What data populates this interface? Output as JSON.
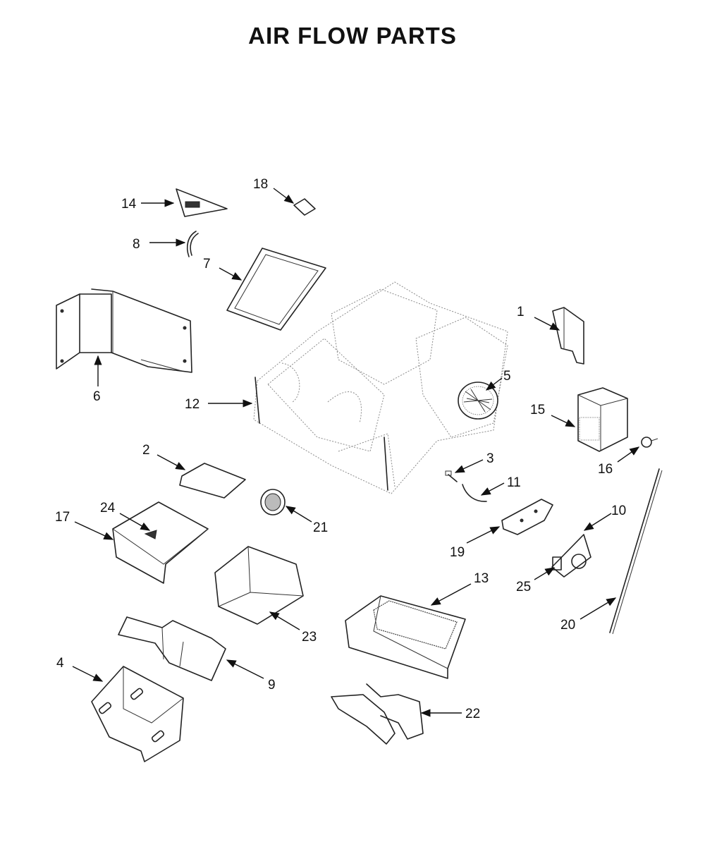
{
  "title": "AIR FLOW PARTS",
  "callouts": [
    "1",
    "2",
    "3",
    "4",
    "5",
    "6",
    "7",
    "8",
    "9",
    "10",
    "11",
    "12",
    "13",
    "14",
    "15",
    "16",
    "17",
    "18",
    "19",
    "20",
    "21",
    "22",
    "23",
    "24",
    "25"
  ]
}
